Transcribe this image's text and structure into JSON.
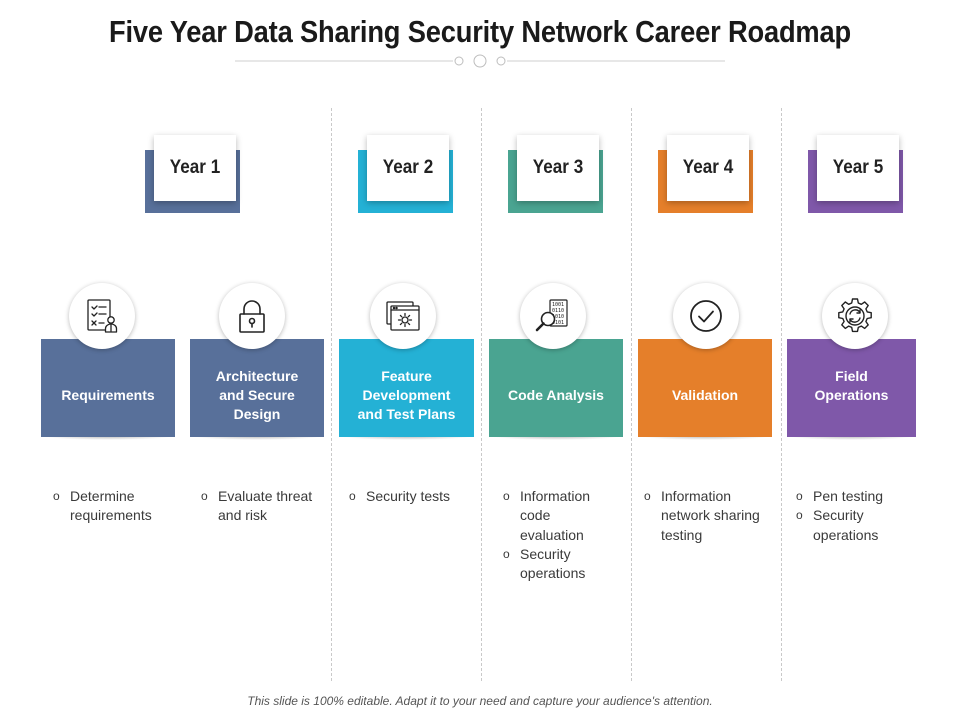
{
  "title": "Five Year Data Sharing Security Network Career Roadmap",
  "footer": "This slide is 100% editable. Adapt it to your need and capture your audience's attention.",
  "years": [
    {
      "label": "Year 1",
      "color": "#58709A"
    },
    {
      "label": "Year 2",
      "color": "#24B1D5"
    },
    {
      "label": "Year 3",
      "color": "#4AA491"
    },
    {
      "label": "Year 4",
      "color": "#E57F2A"
    },
    {
      "label": "Year 5",
      "color": "#7F58A9"
    }
  ],
  "stages": [
    {
      "label": "Requirements",
      "color": "#58709A",
      "icon": "checklist-person-icon",
      "bullets": [
        "Determine requirements"
      ]
    },
    {
      "label": "Architecture and Secure Design",
      "color": "#58709A",
      "icon": "padlock-icon",
      "bullets": [
        "Evaluate threat and risk"
      ]
    },
    {
      "label": "Feature Development and Test Plans",
      "color": "#24B1D5",
      "icon": "browser-gear-icon",
      "bullets": [
        "Security tests"
      ]
    },
    {
      "label": "Code Analysis",
      "color": "#4AA491",
      "icon": "binary-magnifier-icon",
      "bullets": [
        "Information code evaluation",
        "Security operations"
      ]
    },
    {
      "label": "Validation",
      "color": "#E57F2A",
      "icon": "check-circle-icon",
      "bullets": [
        "Information network sharing testing"
      ]
    },
    {
      "label": "Field Operations",
      "color": "#7F58A9",
      "icon": "gear-cycle-icon",
      "bullets": [
        "Pen testing",
        "Security operations"
      ]
    }
  ]
}
